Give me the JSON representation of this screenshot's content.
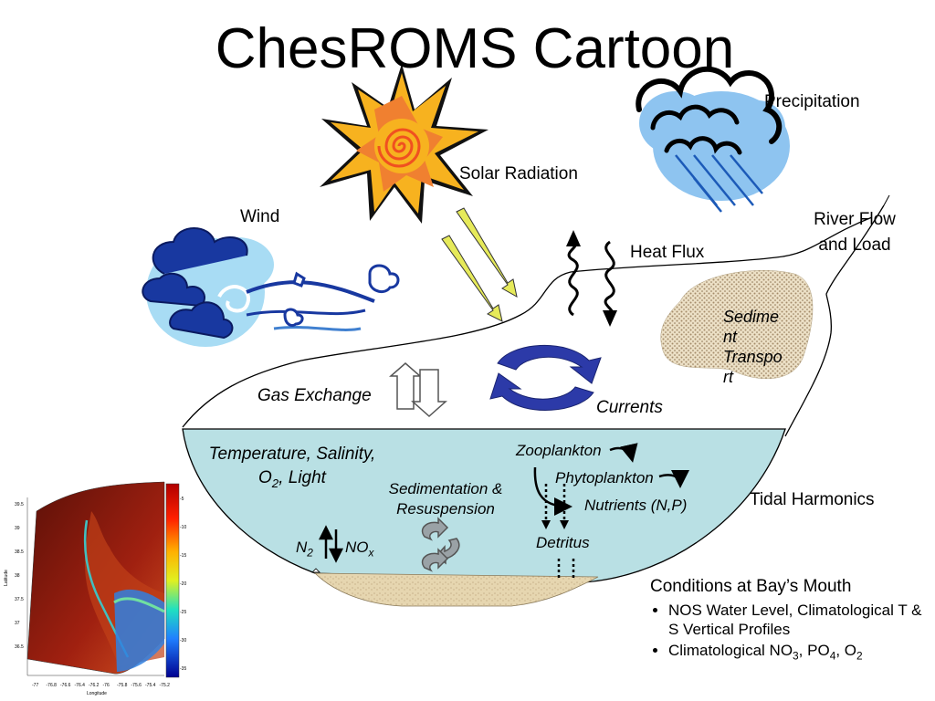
{
  "title": "ChesROMS Cartoon",
  "labels": {
    "precipitation": "Precipitation",
    "solar_radiation": "Solar Radiation",
    "wind": "Wind",
    "river_flow_line1": "River Flow",
    "river_flow_line2": "and Load",
    "heat_flux": "Heat Flux",
    "sediment_transport_lines": [
      "Sedime",
      "nt",
      "Transpo",
      "rt"
    ],
    "gas_exchange": "Gas Exchange",
    "currents": "Currents",
    "temp_salinity_line1": "Temperature, Salinity,",
    "temp_salinity_line2_prefix": "O",
    "temp_salinity_line2_sub": "2",
    "temp_salinity_line2_suffix": ", Light",
    "zooplankton": "Zooplankton",
    "phytoplankton": "Phytoplankton",
    "nutrients": "Nutrients (N,P)",
    "sedimentation_line1": "Sedimentation &",
    "sedimentation_line2": "Resuspension",
    "detritus": "Detritus",
    "n2_base": "N",
    "n2_sub": "2",
    "nox_base": "NO",
    "nox_sub": "x",
    "tidal_harmonics": "Tidal Harmonics"
  },
  "conditions": {
    "heading": "Conditions at Bay’s Mouth",
    "item1": "NOS Water Level, Climatological T & S Vertical Profiles",
    "item2_a": "Climatological NO",
    "item2_a_sub": "3",
    "item2_b": ", PO",
    "item2_b_sub": "4",
    "item2_c": ", O",
    "item2_c_sub": "2"
  },
  "inset_map": {
    "y_ticks": [
      "39.5",
      "39",
      "38.5",
      "38",
      "37.5",
      "37",
      "36.5"
    ],
    "x_ticks": [
      "-77",
      "-76.8",
      "-76.6",
      "-76.4",
      "-76.2",
      "-76",
      "-75.8",
      "-75.6",
      "-75.4",
      "-75.2"
    ],
    "ylabel": "Latitude",
    "xlabel": "Longitude",
    "colorbar_ticks": [
      "-5",
      "-10",
      "-15",
      "-20",
      "-25",
      "-30",
      "-35"
    ]
  },
  "colors": {
    "water": "#b9e0e4",
    "sediment": "#e8dcc0",
    "sun_yellow": "#f7b21f",
    "sun_orange": "#f08030",
    "cloud_blue": "#8ec4f0",
    "current_arrows": "#2c3aa8",
    "solar_arrow": "#e6ea5a"
  }
}
